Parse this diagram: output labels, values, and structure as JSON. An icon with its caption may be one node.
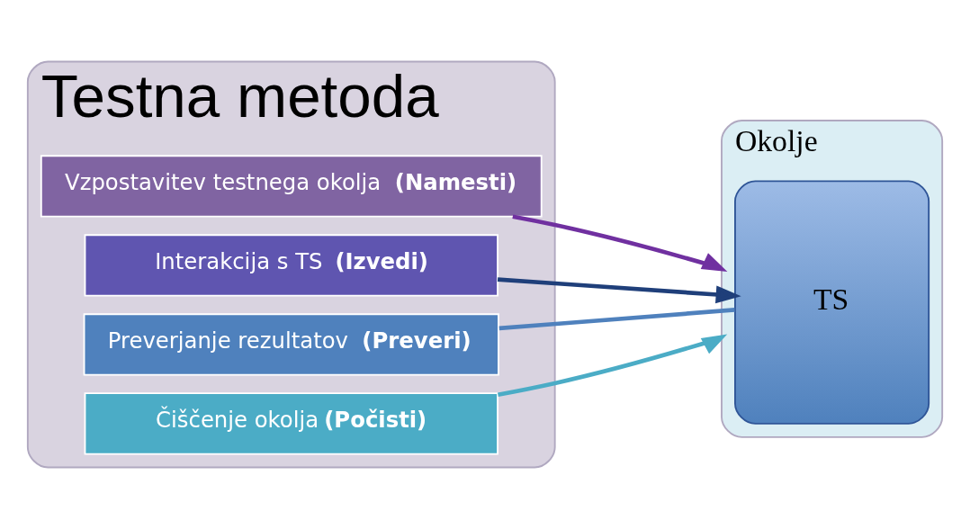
{
  "diagram": {
    "nodes": [
      {
        "text": [
          "Testna metoda"
        ]
      },
      {
        "text": [
          "Vzpostavitev testnega okolja **(Namesti)**"
        ],
        "in": 0
      },
      {
        "text": [
          "Interakcija s TS **(Izvedi)**"
        ],
        "in": 0
      },
      {
        "text": [
          "Preverjanje rezultatov **(Preveri)**"
        ],
        "in": 0
      },
      {
        "text": [
          "Čiščenje okolja**(Počisti)**"
        ],
        "in": 0
      },
      {
        "text": [
          "Okolje"
        ]
      },
      {
        "text": [
          "TS"
        ],
        "in": 5
      }
    ],
    "edges": [
      {
        "from": 1,
        "to": 5,
        "arrow": "to",
        "color": "#7030a0"
      },
      {
        "from": 2,
        "to": 6,
        "arrow": "to",
        "color": "#1f3f7a"
      },
      {
        "from": 3,
        "to": 6,
        "arrow": "none",
        "color": "#4f81bd"
      },
      {
        "from": 4,
        "to": 5,
        "arrow": "to",
        "color": "#4bacc6"
      }
    ]
  }
}
